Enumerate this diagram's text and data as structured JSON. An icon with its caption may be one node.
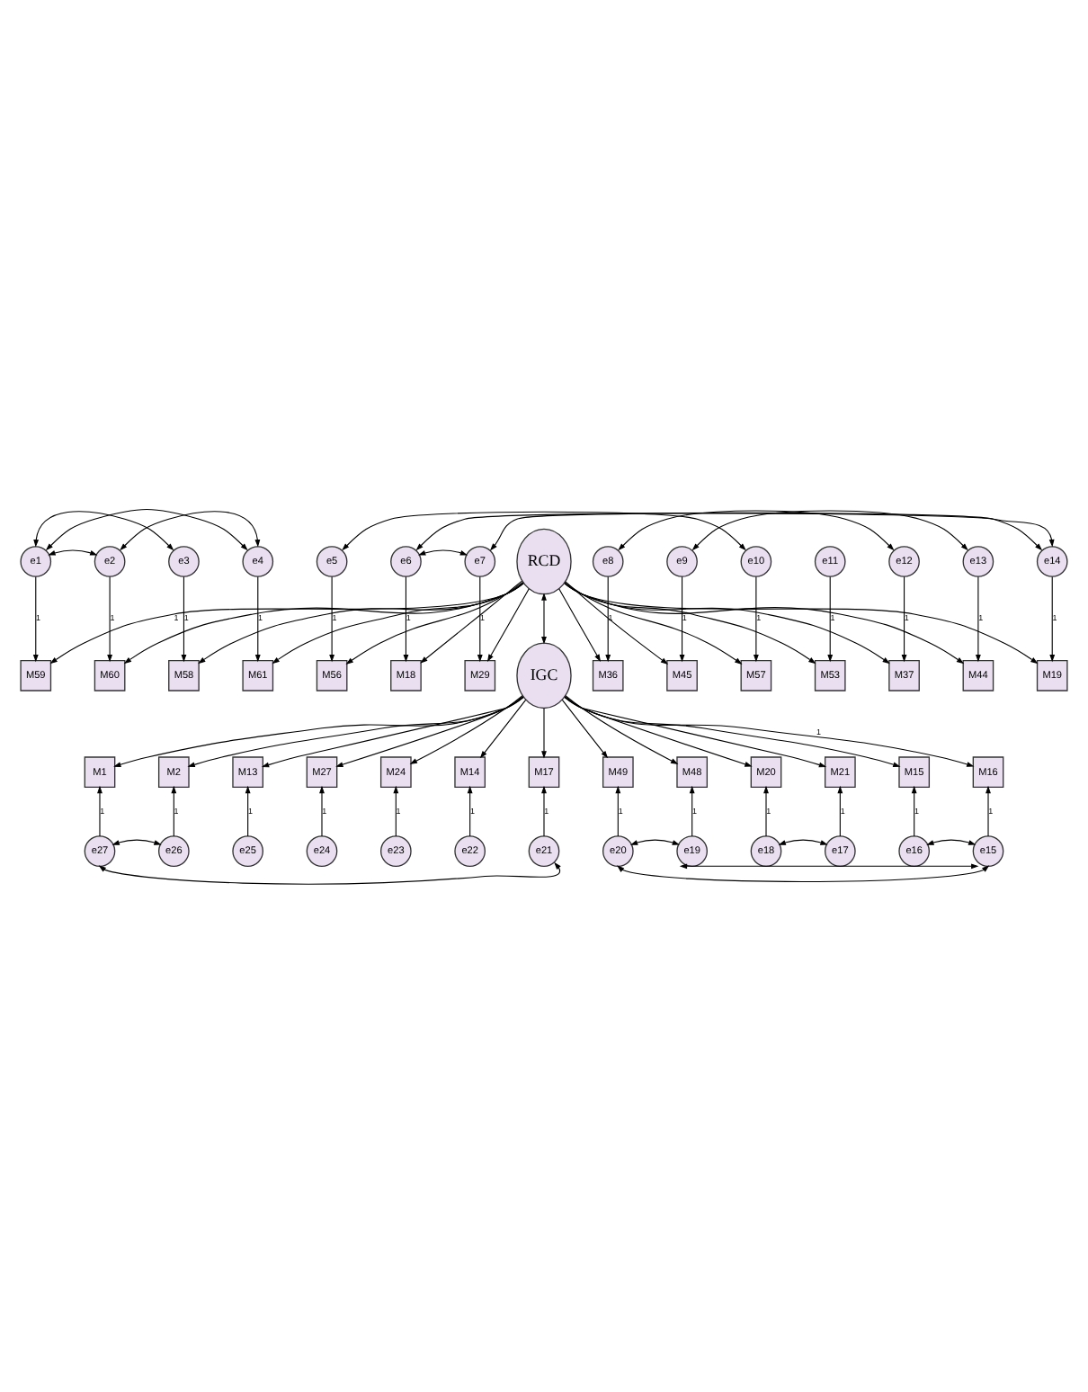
{
  "diagram": {
    "nodes": [
      {
        "text": [
          "e1"
        ]
      },
      {
        "text": [
          "e2"
        ]
      },
      {
        "text": [
          "e3"
        ]
      },
      {
        "text": [
          "e4"
        ]
      },
      {
        "text": [
          "e5"
        ]
      },
      {
        "text": [
          "e6"
        ]
      },
      {
        "text": [
          "e7"
        ]
      },
      {
        "text": [
          "e8"
        ]
      },
      {
        "text": [
          "e9"
        ]
      },
      {
        "text": [
          "e10"
        ]
      },
      {
        "text": [
          "e11"
        ]
      },
      {
        "text": [
          "e12"
        ]
      },
      {
        "text": [
          "e13"
        ]
      },
      {
        "text": [
          "e14"
        ]
      },
      {
        "text": [
          "M59"
        ]
      },
      {
        "text": [
          "M60"
        ]
      },
      {
        "text": [
          "M58"
        ]
      },
      {
        "text": [
          "M61"
        ]
      },
      {
        "text": [
          "M56"
        ]
      },
      {
        "text": [
          "M18"
        ]
      },
      {
        "text": [
          "M29"
        ]
      },
      {
        "text": [
          "M36"
        ]
      },
      {
        "text": [
          "M45"
        ]
      },
      {
        "text": [
          "M57"
        ]
      },
      {
        "text": [
          "M53"
        ]
      },
      {
        "text": [
          "M37"
        ]
      },
      {
        "text": [
          "M44"
        ]
      },
      {
        "text": [
          "M19"
        ]
      },
      {
        "text": [
          "RCD"
        ]
      },
      {
        "text": [
          "IGC"
        ]
      },
      {
        "text": [
          "M1"
        ]
      },
      {
        "text": [
          "M2"
        ]
      },
      {
        "text": [
          "M13"
        ]
      },
      {
        "text": [
          "M27"
        ]
      },
      {
        "text": [
          "M24"
        ]
      },
      {
        "text": [
          "M14"
        ]
      },
      {
        "text": [
          "M17"
        ]
      },
      {
        "text": [
          "M49"
        ]
      },
      {
        "text": [
          "M48"
        ]
      },
      {
        "text": [
          "M20"
        ]
      },
      {
        "text": [
          "M21"
        ]
      },
      {
        "text": [
          "M15"
        ]
      },
      {
        "text": [
          "M16"
        ]
      },
      {
        "text": [
          "e27"
        ]
      },
      {
        "text": [
          "e26"
        ]
      },
      {
        "text": [
          "e25"
        ]
      },
      {
        "text": [
          "e24"
        ]
      },
      {
        "text": [
          "e23"
        ]
      },
      {
        "text": [
          "e22"
        ]
      },
      {
        "text": [
          "e21"
        ]
      },
      {
        "text": [
          "e20"
        ]
      },
      {
        "text": [
          "e19"
        ]
      },
      {
        "text": [
          "e18"
        ]
      },
      {
        "text": [
          "e17"
        ]
      },
      {
        "text": [
          "e16"
        ]
      },
      {
        "text": [
          "e15"
        ]
      }
    ],
    "edges": [
      {
        "from": 0,
        "to": 14,
        "arrow": "to",
        "label": "1"
      },
      {
        "from": 1,
        "to": 15,
        "arrow": "to",
        "label": "1"
      },
      {
        "from": 2,
        "to": 16,
        "arrow": "to",
        "label": "1"
      },
      {
        "from": 3,
        "to": 17,
        "arrow": "to",
        "label": "1"
      },
      {
        "from": 4,
        "to": 18,
        "arrow": "to",
        "label": "1"
      },
      {
        "from": 5,
        "to": 19,
        "arrow": "to",
        "label": "1"
      },
      {
        "from": 6,
        "to": 20,
        "arrow": "to",
        "label": "1"
      },
      {
        "from": 7,
        "to": 21,
        "arrow": "to",
        "label": "1"
      },
      {
        "from": 8,
        "to": 22,
        "arrow": "to",
        "label": "1"
      },
      {
        "from": 9,
        "to": 23,
        "arrow": "to",
        "label": "1"
      },
      {
        "from": 10,
        "to": 24,
        "arrow": "to",
        "label": "1"
      },
      {
        "from": 11,
        "to": 25,
        "arrow": "to",
        "label": "1"
      },
      {
        "from": 12,
        "to": 26,
        "arrow": "to",
        "label": "1"
      },
      {
        "from": 13,
        "to": 27,
        "arrow": "to",
        "label": "1"
      },
      {
        "from": 28,
        "to": 14,
        "arrow": "to",
        "label": "1"
      },
      {
        "from": 28,
        "to": 15,
        "arrow": "to"
      },
      {
        "from": 28,
        "to": 16,
        "arrow": "to"
      },
      {
        "from": 28,
        "to": 17,
        "arrow": "to"
      },
      {
        "from": 28,
        "to": 18,
        "arrow": "to"
      },
      {
        "from": 28,
        "to": 19,
        "arrow": "to"
      },
      {
        "from": 28,
        "to": 20,
        "arrow": "to"
      },
      {
        "from": 28,
        "to": 21,
        "arrow": "to"
      },
      {
        "from": 28,
        "to": 22,
        "arrow": "to"
      },
      {
        "from": 28,
        "to": 23,
        "arrow": "to"
      },
      {
        "from": 28,
        "to": 24,
        "arrow": "to"
      },
      {
        "from": 28,
        "to": 25,
        "arrow": "to"
      },
      {
        "from": 28,
        "to": 26,
        "arrow": "to"
      },
      {
        "from": 28,
        "to": 27,
        "arrow": "to"
      },
      {
        "from": 28,
        "to": 29,
        "arrow": "both"
      },
      {
        "from": 29,
        "to": 30,
        "arrow": "to"
      },
      {
        "from": 29,
        "to": 31,
        "arrow": "to"
      },
      {
        "from": 29,
        "to": 32,
        "arrow": "to"
      },
      {
        "from": 29,
        "to": 33,
        "arrow": "to"
      },
      {
        "from": 29,
        "to": 34,
        "arrow": "to"
      },
      {
        "from": 29,
        "to": 35,
        "arrow": "to"
      },
      {
        "from": 29,
        "to": 36,
        "arrow": "to"
      },
      {
        "from": 29,
        "to": 37,
        "arrow": "to"
      },
      {
        "from": 29,
        "to": 38,
        "arrow": "to"
      },
      {
        "from": 29,
        "to": 39,
        "arrow": "to"
      },
      {
        "from": 29,
        "to": 40,
        "arrow": "to"
      },
      {
        "from": 29,
        "to": 41,
        "arrow": "to"
      },
      {
        "from": 29,
        "to": 42,
        "arrow": "to",
        "label": "1"
      },
      {
        "from": 43,
        "to": 30,
        "arrow": "to",
        "label": "1"
      },
      {
        "from": 44,
        "to": 31,
        "arrow": "to",
        "label": "1"
      },
      {
        "from": 45,
        "to": 32,
        "arrow": "to",
        "label": "1"
      },
      {
        "from": 46,
        "to": 33,
        "arrow": "to",
        "label": "1"
      },
      {
        "from": 47,
        "to": 34,
        "arrow": "to",
        "label": "1"
      },
      {
        "from": 48,
        "to": 35,
        "arrow": "to",
        "label": "1"
      },
      {
        "from": 49,
        "to": 36,
        "arrow": "to",
        "label": "1"
      },
      {
        "from": 50,
        "to": 37,
        "arrow": "to",
        "label": "1"
      },
      {
        "from": 51,
        "to": 38,
        "arrow": "to",
        "label": "1"
      },
      {
        "from": 52,
        "to": 39,
        "arrow": "to",
        "label": "1"
      },
      {
        "from": 53,
        "to": 40,
        "arrow": "to",
        "label": "1"
      },
      {
        "from": 54,
        "to": 41,
        "arrow": "to",
        "label": "1"
      },
      {
        "from": 55,
        "to": 42,
        "arrow": "to",
        "label": "1"
      },
      {
        "from": 0,
        "to": 3,
        "arrow": "both"
      },
      {
        "from": 0,
        "to": 2,
        "arrow": "both"
      },
      {
        "from": 1,
        "to": 3,
        "arrow": "both"
      },
      {
        "from": 0,
        "to": 1,
        "arrow": "both"
      },
      {
        "from": 4,
        "to": 9,
        "arrow": "both"
      },
      {
        "from": 5,
        "to": 13,
        "arrow": "both"
      },
      {
        "from": 6,
        "to": 13,
        "arrow": "both"
      },
      {
        "from": 5,
        "to": 6,
        "arrow": "both"
      },
      {
        "from": 7,
        "to": 11,
        "arrow": "both"
      },
      {
        "from": 8,
        "to": 12,
        "arrow": "both"
      },
      {
        "from": 43,
        "to": 44,
        "arrow": "both"
      },
      {
        "from": 43,
        "to": 49,
        "arrow": "both"
      },
      {
        "from": 50,
        "to": 51,
        "arrow": "both"
      },
      {
        "from": 52,
        "to": 53,
        "arrow": "both"
      },
      {
        "from": 54,
        "to": 55,
        "arrow": "both"
      },
      {
        "from": 50,
        "to": 55,
        "arrow": "both"
      },
      {
        "from": 51,
        "to": 55,
        "arrow": "both"
      }
    ]
  }
}
